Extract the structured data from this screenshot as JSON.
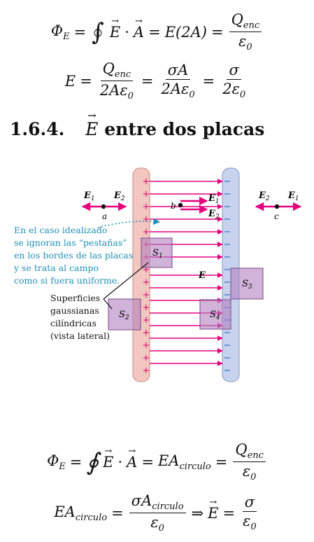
{
  "equations": {
    "eq1": {
      "phi": "Φ",
      "phi_sub": "E",
      "eq": "=",
      "E": "E",
      "dot": "·",
      "A": "A",
      "eq2": "=",
      "mid": "E(2A)",
      "eq3": "=",
      "num": "Q",
      "num_sub": "enc",
      "den": "ε",
      "den_sub": "0"
    },
    "eq2": {
      "lhs": "E",
      "eq": "=",
      "f1_num": "Q",
      "f1_num_sub": "enc",
      "f1_den": "2Aε",
      "f1_den_sub": "0",
      "eq2": "=",
      "f2_num": "σA",
      "f2_den": "2Aε",
      "f2_den_sub": "0",
      "eq3": "=",
      "f3_num": "σ",
      "f3_den": "2ε",
      "f3_den_sub": "0"
    },
    "eq3": {
      "phi": "Φ",
      "phi_sub": "E",
      "eq": "=",
      "E": "E",
      "dot": "·",
      "A": "A",
      "eq2": "=",
      "mid": "EA",
      "mid_sub": "circulo",
      "eq3": "=",
      "num": "Q",
      "num_sub": "enc",
      "den": "ε",
      "den_sub": "0"
    },
    "eq4": {
      "lhs": "EA",
      "lhs_sub": "circulo",
      "eq": "=",
      "num": "σA",
      "num_sub": "circulo",
      "den": "ε",
      "den_sub": "0",
      "arrow": "⇒",
      "E": "E",
      "eq2": "=",
      "rnum": "σ",
      "rden": "ε",
      "rden_sub": "0"
    }
  },
  "section": {
    "number": "1.6.4.",
    "E": "E",
    "title": "entre dos placas"
  },
  "figure": {
    "colors": {
      "field": "#e6007e",
      "left_plate": "#f2c7bf",
      "right_plate": "#c7d3ee",
      "gauss": "#b27fbf",
      "note": "#1f8fb8"
    },
    "plus": "+",
    "minus": "−",
    "label_E": "E",
    "sub_1": "1",
    "sub_2": "2",
    "point_a": "a",
    "point_b": "b",
    "point_c": "c",
    "S1": "S",
    "S1_sub": "1",
    "S2": "S",
    "S2_sub": "2",
    "S3": "S",
    "S3_sub": "3",
    "S4": "S",
    "S4_sub": "4",
    "note": [
      "En el caso idealizado",
      "se ignoran las “pestañas”",
      "en los bordes de las placas",
      "y se trata al campo",
      "como si fuera uniforme."
    ],
    "gauss_label": [
      "Superficies",
      "gaussianas",
      "cilíndricas",
      "(vista lateral)"
    ]
  }
}
